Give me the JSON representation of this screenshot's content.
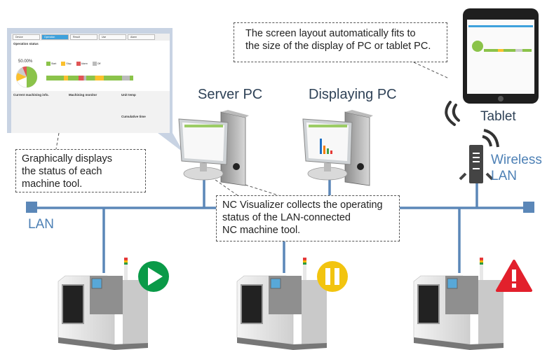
{
  "labels": {
    "server_pc": "Server PC",
    "displaying_pc": "Displaying PC",
    "tablet": "Tablet",
    "wireless_lan": [
      "Wireless",
      "LAN"
    ],
    "lan": "LAN"
  },
  "notes": {
    "layout": [
      "The screen layout automatically fits to",
      "the size of the display of PC or tablet PC."
    ],
    "graphic": [
      "Graphically displays",
      "the status of each",
      "machine tool."
    ],
    "collect": [
      "NC Visualizer collects the operating",
      "status of the LAN-connected",
      "NC machine tool."
    ]
  },
  "inset_screen": {
    "tabs": [
      "Device",
      "Operation",
      "Result",
      "Use",
      "Alarm"
    ],
    "active_tab": "Operation",
    "operation_status": "Operation status",
    "utilization_pct": "50.00%",
    "legend": [
      "Start",
      "Stop",
      "Alarm",
      "Off"
    ],
    "sections": [
      "Current machining info.",
      "Machining monitor",
      "Unit temp",
      "Cumulative time"
    ]
  },
  "machines": [
    {
      "status": "running",
      "icon": "play-icon",
      "color": "#0a9a48"
    },
    {
      "status": "paused",
      "icon": "pause-icon",
      "color": "#f2c40f"
    },
    {
      "status": "alarm",
      "icon": "warning-icon",
      "color": "#e2202c"
    }
  ],
  "colors": {
    "lan": "#5b87b8",
    "text": "#2f4257",
    "accent": "#4d80b5"
  }
}
